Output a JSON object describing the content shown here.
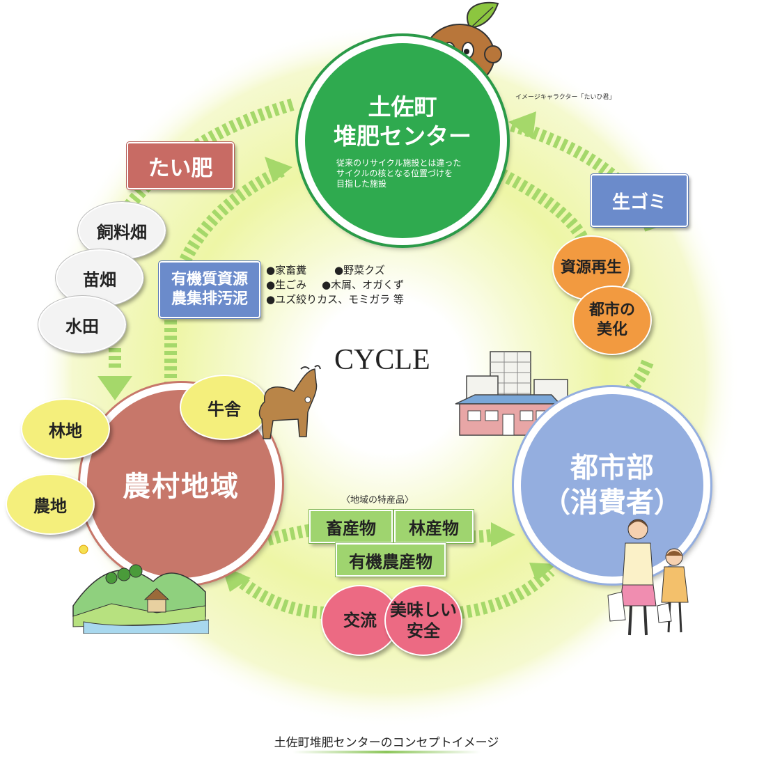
{
  "cycle_label": "CYCLE",
  "center": {
    "title_line1": "土佐町",
    "title_line2": "堆肥センター",
    "subtitle_line1": "従来のリサイクル施設とは違った",
    "subtitle_line2": "サイクルの核となる位置づけを",
    "subtitle_line3": "目指した施設"
  },
  "character_note": "イメージキャラクター「たいひ君」",
  "compost_label": "たい肥",
  "fields": [
    "飼料畑",
    "苗畑",
    "水田"
  ],
  "organic_resources": {
    "line1": "有機質資源",
    "line2": "農集排汚泥",
    "items": [
      "●家畜糞",
      "●野菜クズ",
      "●生ごみ",
      "●木屑、オガくず",
      "●ユズ絞りカス、モミガラ 等"
    ]
  },
  "rural": {
    "label": "農村地域",
    "bubbles": [
      "牛舎",
      "林地",
      "農地"
    ]
  },
  "urban": {
    "line1": "都市部",
    "line2": "（消費者）"
  },
  "garbage_label": "生ゴミ",
  "urban_bubbles": {
    "recycle": "資源再生",
    "beauty_line1": "都市の",
    "beauty_line2": "美化"
  },
  "specialty_caption": "〈地域の特産品〉",
  "products": [
    "畜産物",
    "林産物",
    "有機農産物"
  ],
  "exchange": {
    "left": "交流",
    "right_line1": "美味しい",
    "right_line2": "安全"
  },
  "caption": "土佐町堆肥センターのコンセプトイメージ",
  "colors": {
    "ring": "#eef6a6",
    "arrow": "#a5d86a",
    "hub": "#2faa4f",
    "rural": "#c7776a",
    "urban": "#94aedf"
  }
}
